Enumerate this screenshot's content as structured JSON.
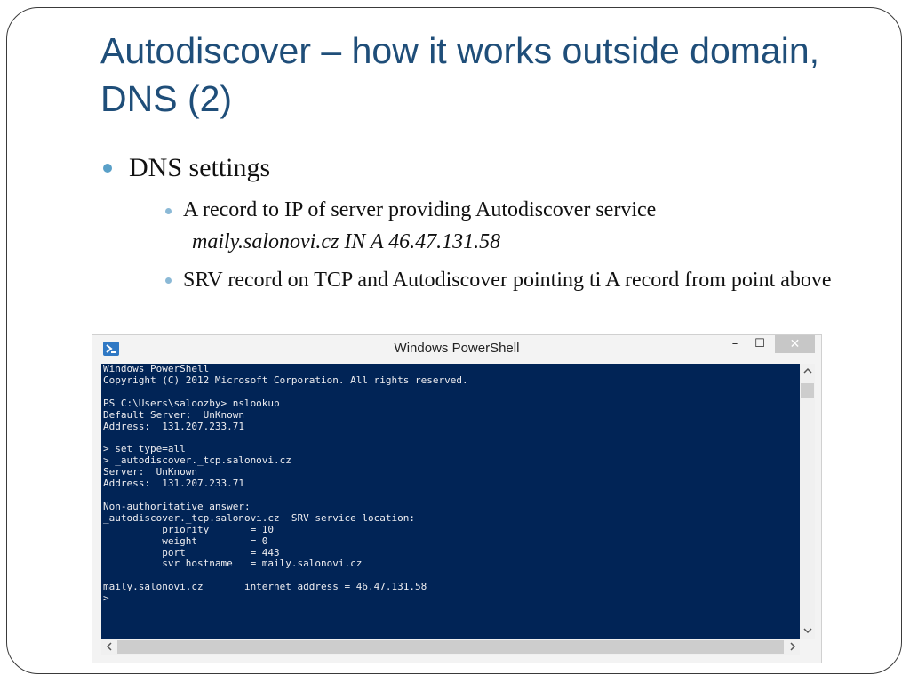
{
  "slide": {
    "title": "Autodiscover – how it works outside domain, DNS (2)",
    "bullet1": "DNS settings",
    "sub1": "A record to IP of server providing Autodiscover service",
    "example": "maily.salonovi.cz IN A 46.47.131.58",
    "sub2": "SRV record on TCP and Autodiscover pointing ti A record from point above"
  },
  "powershell": {
    "title": "Windows PowerShell",
    "minimize": "–",
    "maximize": "☐",
    "close": "✕",
    "console_text": "Windows PowerShell\nCopyright (C) 2012 Microsoft Corporation. All rights reserved.\n\nPS C:\\Users\\saloozby> nslookup\nDefault Server:  UnKnown\nAddress:  131.207.233.71\n\n> set type=all\n> _autodiscover._tcp.salonovi.cz\nServer:  UnKnown\nAddress:  131.207.233.71\n\nNon-authoritative answer:\n_autodiscover._tcp.salonovi.cz  SRV service location:\n          priority       = 10\n          weight         = 0\n          port           = 443\n          svr hostname   = maily.salonovi.cz\n\nmaily.salonovi.cz       internet address = 46.47.131.58\n>",
    "icons": {
      "app": "powershell-icon",
      "scroll_up": "chevron-up-icon",
      "scroll_down": "chevron-down-icon",
      "scroll_left": "chevron-left-icon",
      "scroll_right": "chevron-right-icon"
    }
  },
  "colors": {
    "title": "#1f4e79",
    "console_bg": "#012456",
    "console_fg": "#eeedf0",
    "bullet": "#5aa0c8"
  }
}
